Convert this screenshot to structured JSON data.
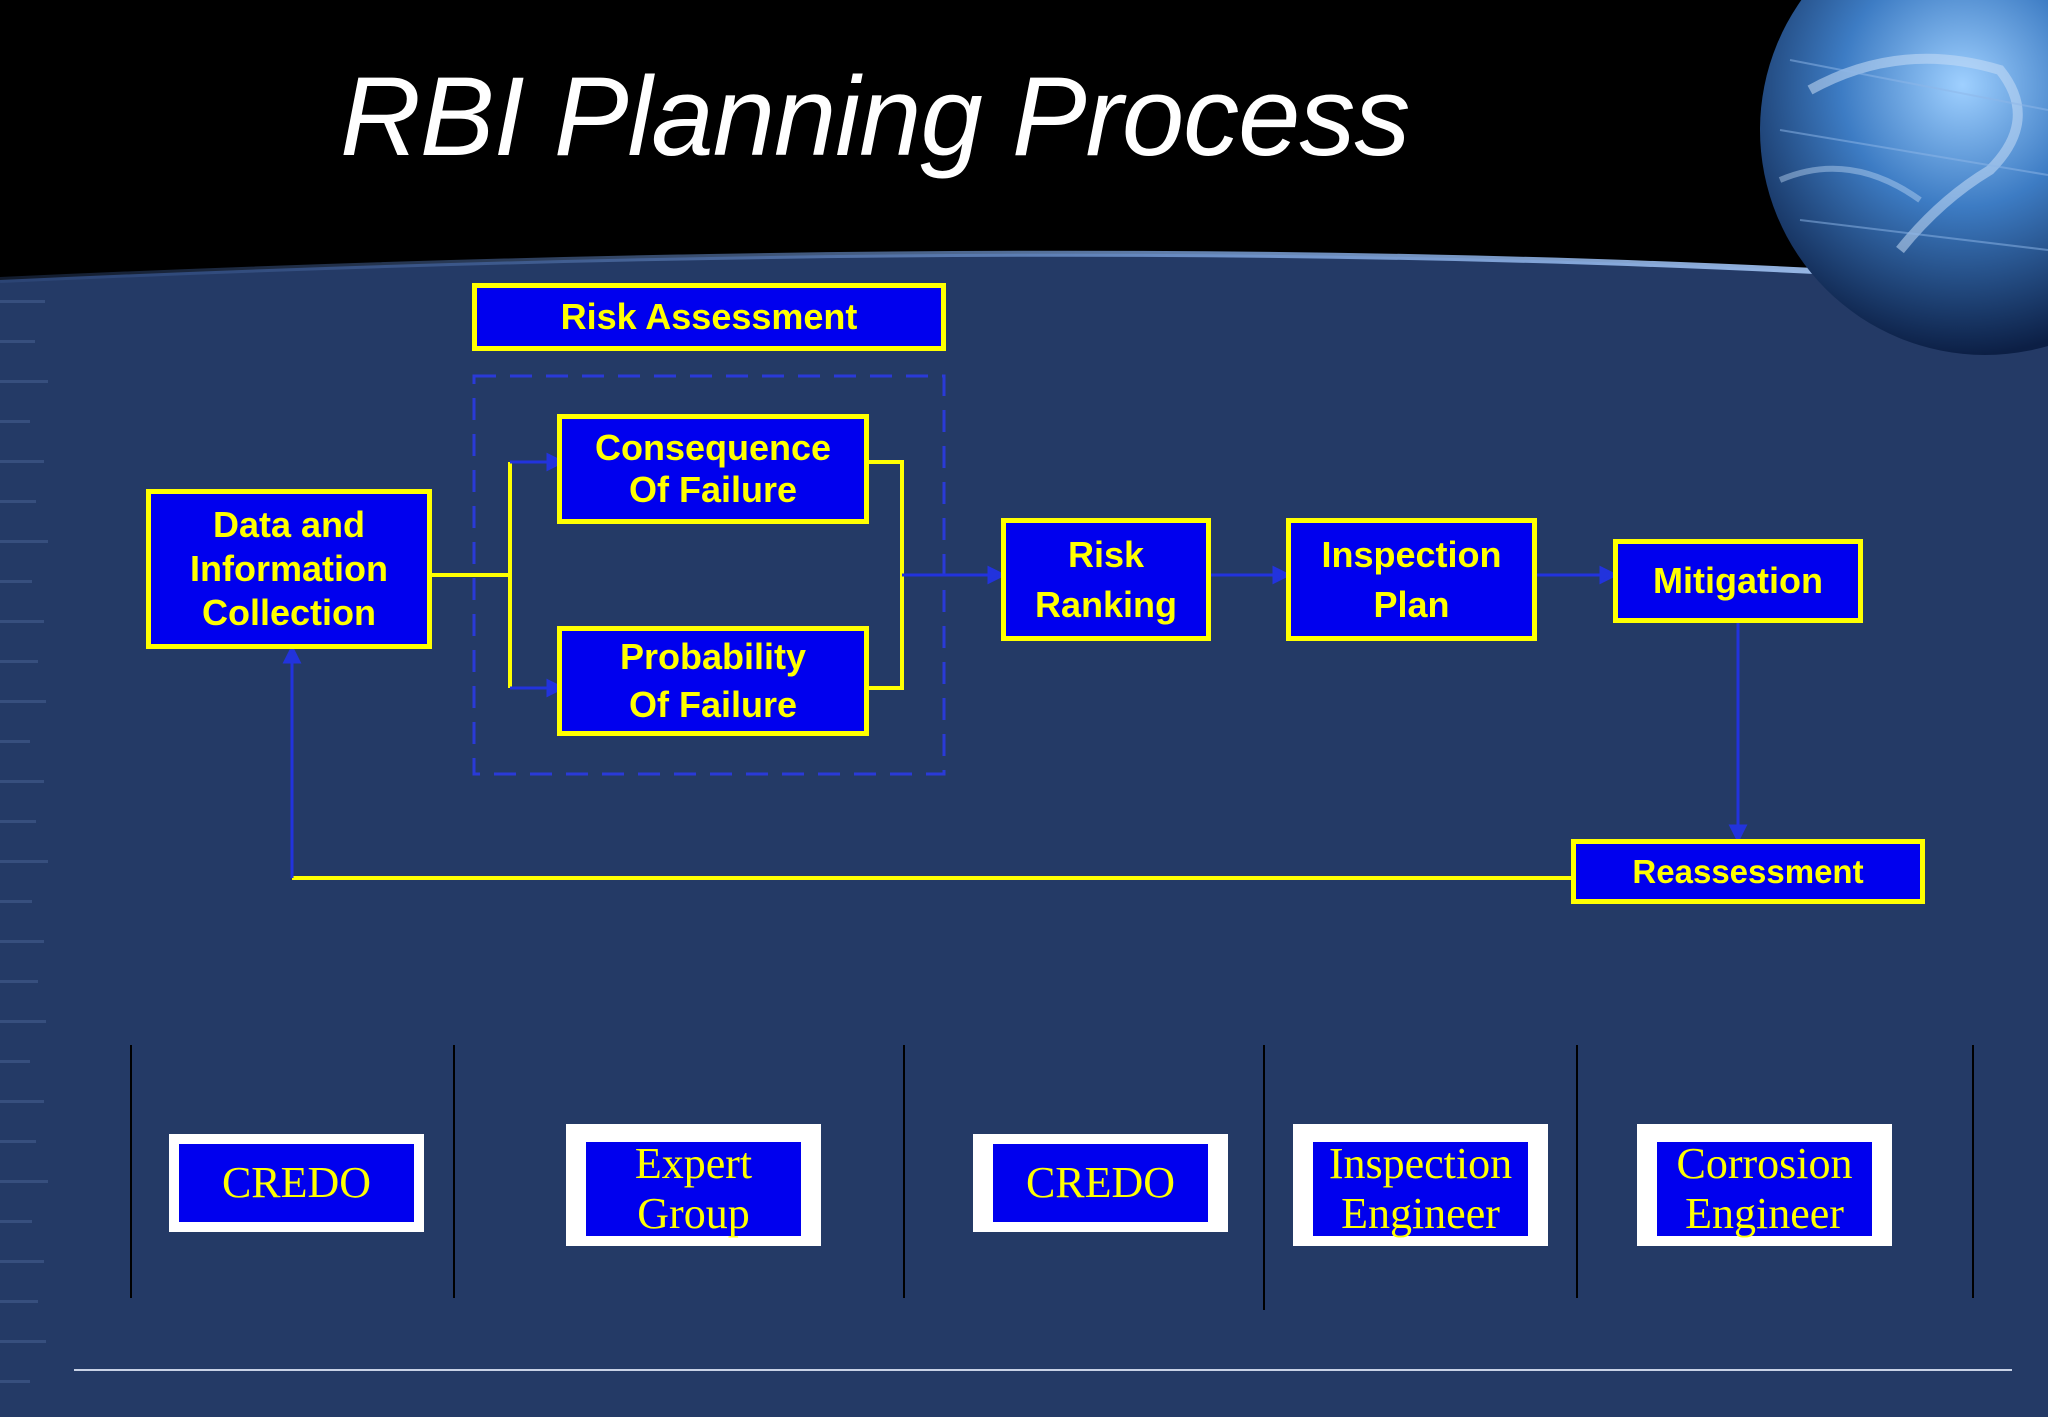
{
  "slide": {
    "title": "RBI Planning Process"
  },
  "colors": {
    "background": "#243a66",
    "box_fill": "#0000ee",
    "box_border": "#ffff00",
    "box_text": "#ffff00",
    "connector": "#ffff00",
    "arrow": "#2233dd",
    "title": "#ffffff"
  },
  "flow": {
    "risk_assessment": "Risk Assessment",
    "data_collection": "Data and\nInformation\nCollection",
    "consequence": "Consequence\nOf Failure",
    "probability": "Probability\nOf Failure",
    "risk_ranking": "Risk\nRanking",
    "inspection_plan": "Inspection\nPlan",
    "mitigation": "Mitigation",
    "reassessment": "Reassessment"
  },
  "resources": {
    "credo_1": "CREDO",
    "expert_group": "Expert\nGroup",
    "credo_2": "CREDO",
    "inspection_engineer": "Inspection\nEngineer",
    "corrosion_engineer": "Corrosion\nEngineer"
  }
}
